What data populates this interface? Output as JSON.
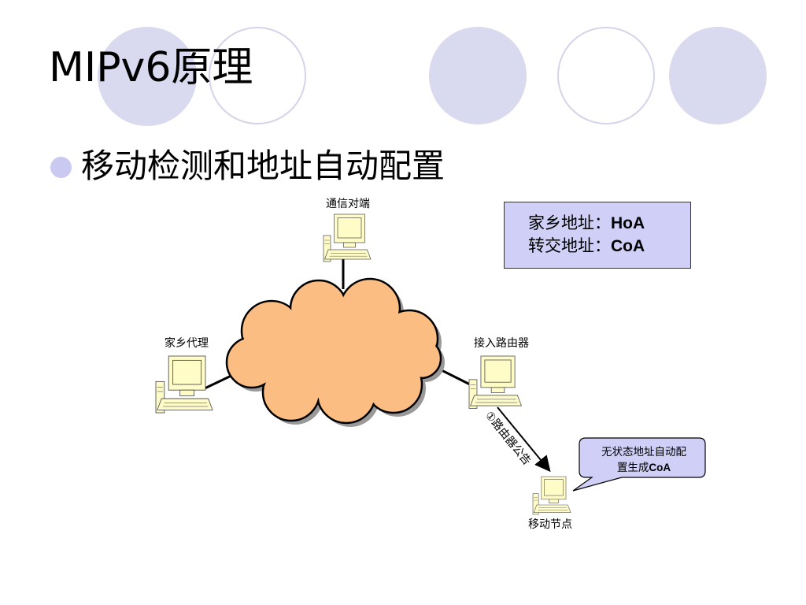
{
  "title": "MIPv6原理",
  "bullet": "移动检测和地址自动配置",
  "nodes": {
    "correspondent": "通信对端",
    "home_agent": "家乡代理",
    "access_router": "接入路由器",
    "mobile_node": "移动节点"
  },
  "legend": {
    "home_label": "家乡地址：",
    "home_value": "HoA",
    "care_label": "转交地址：",
    "care_value": "CoA"
  },
  "arrow_label": "①路由器公告",
  "callout": {
    "line1": "无状态地址自动配",
    "line2_prefix": "置生成",
    "line2_bold": "CoA"
  },
  "colors": {
    "cloud_fill": "#fbbd82",
    "legend_fill": "#cfcff7",
    "callout_fill": "#cfcff7",
    "deco_circle": "#d9d9ef",
    "bullet_dot": "#c9c9f2"
  }
}
